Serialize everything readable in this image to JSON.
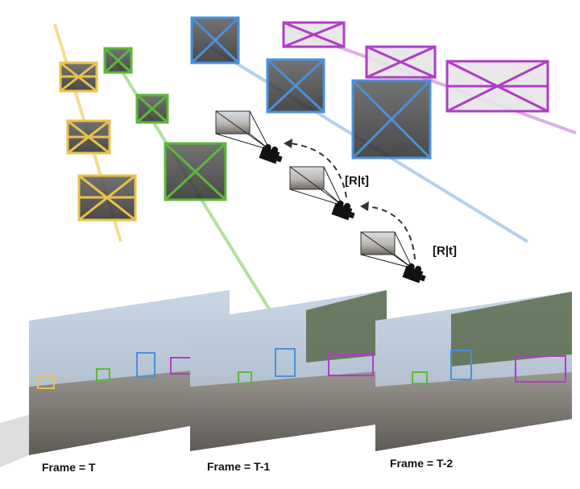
{
  "frames": [
    {
      "label": "Frame = T"
    },
    {
      "label": "Frame = T-1"
    },
    {
      "label": "Frame = T-2"
    }
  ],
  "pose_labels": [
    "[R|t]",
    "[R|t]"
  ],
  "colors": {
    "yellow_track": "#e8c24a",
    "green_track": "#6cc24a",
    "blue_track": "#4a90d9",
    "purple_track": "#b03cc8"
  }
}
